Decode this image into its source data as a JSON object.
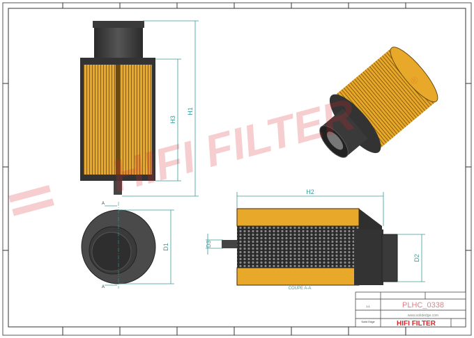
{
  "drawing": {
    "dimensions": {
      "h1": "H1",
      "h2": "H2",
      "h3": "H3",
      "d1": "D1",
      "d2": "D2",
      "d3": "D3"
    },
    "section_marker": "A",
    "section_label": "COUPE A-A",
    "watermark": "HIFI FILTER",
    "registered": "®"
  },
  "title_block": {
    "part_number": "PLHC_0338",
    "website": "www.solidedge.com",
    "brand": "HIFI FILTER",
    "scale": "1:1",
    "software": "Solid Edge",
    "colors": {
      "brand": "#d9262c",
      "dimension": "#3a9a9a",
      "filter": "#e8a92a"
    }
  }
}
